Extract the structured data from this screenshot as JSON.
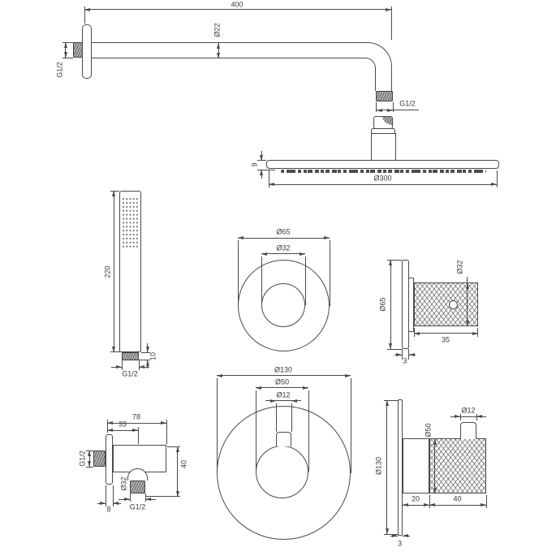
{
  "colors": {
    "line": "#4a4a4a",
    "text": "#3a3a3a",
    "hatch_fill": "#b3b3b3",
    "background": "#ffffff"
  },
  "views": {
    "shower_arm": {
      "length": "400",
      "tube_diameter": "Ø22",
      "wall_thread": "G1/2",
      "outlet_thread": "G1/2"
    },
    "shower_head": {
      "edge_thickness": "9",
      "diameter": "Ø300"
    },
    "hand_shower": {
      "length": "220",
      "connector_height": "10",
      "thread": "G1/2"
    },
    "trim_small_front": {
      "plate_diameter": "Ø65",
      "knob_diameter": "Ø32"
    },
    "trim_small_side": {
      "plate_diameter": "Ø65",
      "knob_diameter": "Ø32",
      "knob_depth": "35",
      "plate_thickness": "3"
    },
    "wall_outlet": {
      "body_length": "78",
      "outlet_offset": "33",
      "inlet_thread": "G1/2",
      "escutcheon_diameter": "Ø32",
      "body_height": "40",
      "plate_thickness": "8",
      "outlet_thread": "G1/2"
    },
    "mixer_front": {
      "plate_diameter": "Ø130",
      "knob_diameter": "Ø50",
      "lever_diameter": "Ø12"
    },
    "mixer_side": {
      "plate_diameter": "Ø130",
      "knob_diameter": "Ø50",
      "lever_diameter": "Ø12",
      "base_depth": "20",
      "knob_depth": "40",
      "plate_thickness": "3"
    }
  }
}
